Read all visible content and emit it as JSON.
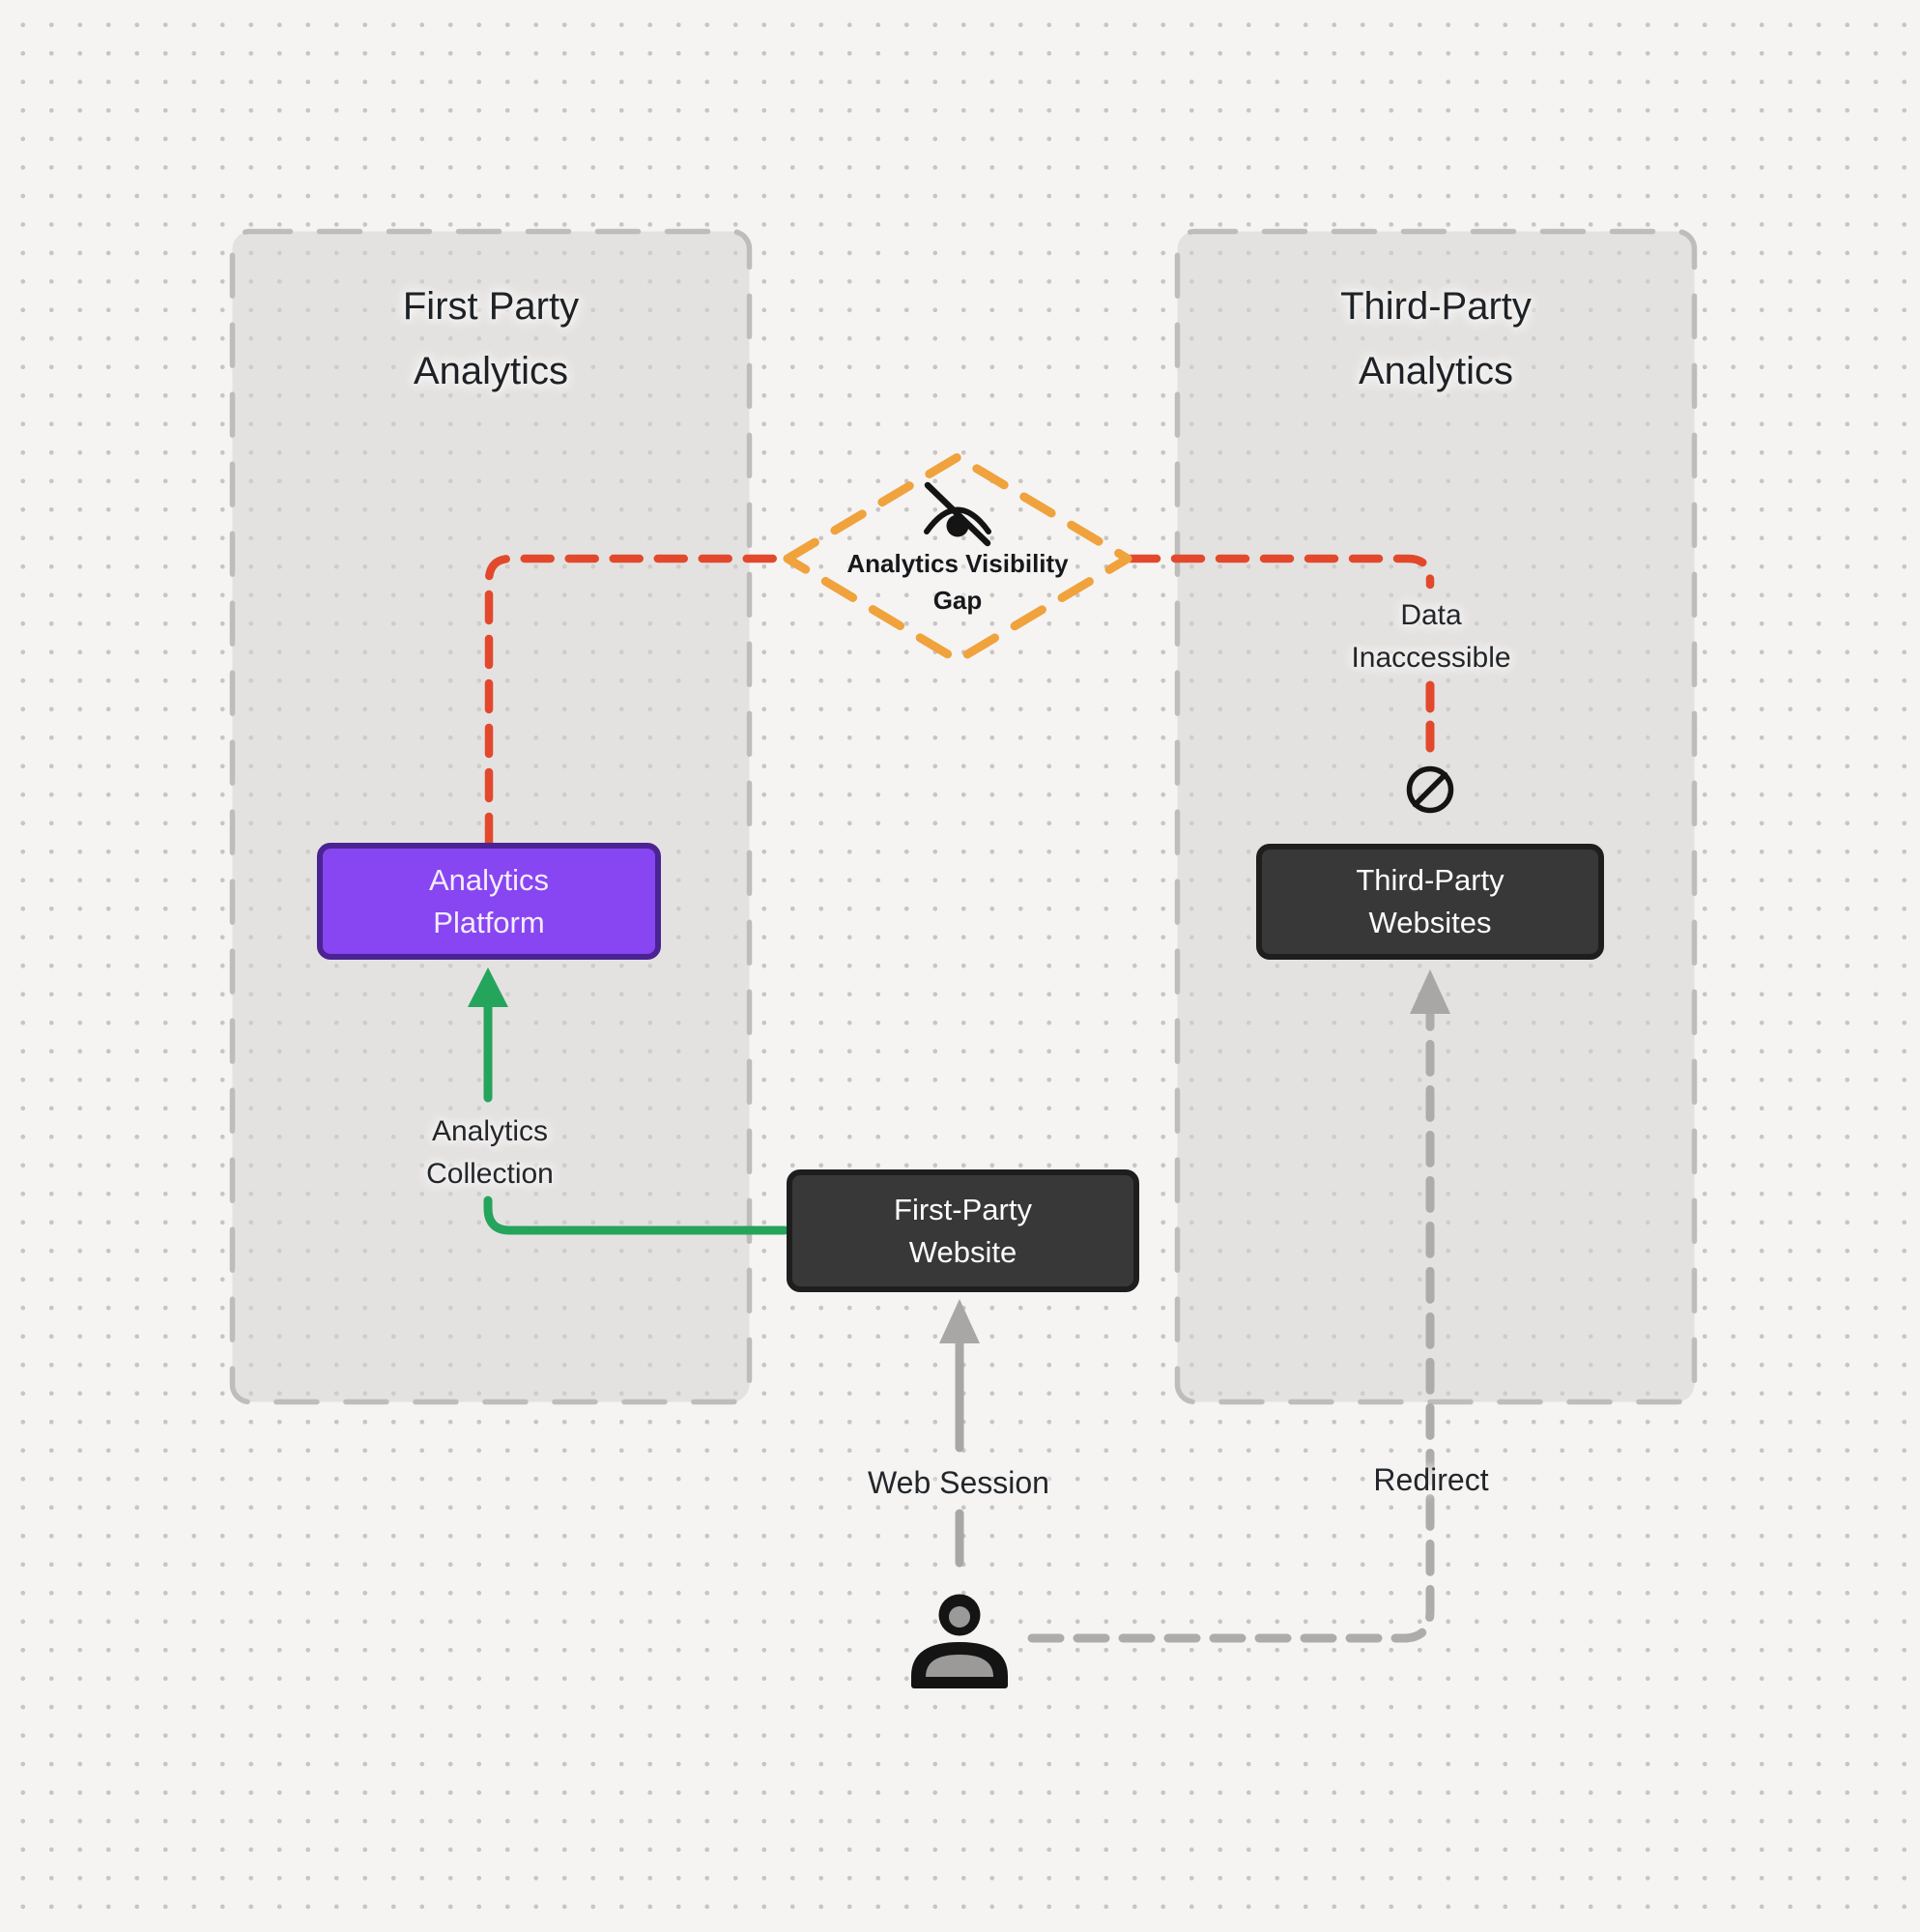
{
  "left_panel": {
    "title_line1": "First Party",
    "title_line2": "Analytics",
    "platform_node": {
      "label_line1": "Analytics",
      "label_line2": "Platform"
    },
    "collection_label_line1": "Analytics",
    "collection_label_line2": "Collection"
  },
  "right_panel": {
    "title_line1": "Third-Party",
    "title_line2": "Analytics",
    "websites_node": {
      "label_line1": "Third-Party",
      "label_line2": "Websites"
    },
    "data_label_line1": "Data",
    "data_label_line2": "Inaccessible",
    "redirect_label": "Redirect"
  },
  "center": {
    "gap_diamond_line1": "Analytics Visibility",
    "gap_diamond_line2": "Gap",
    "website_node": {
      "label_line1": "First-Party",
      "label_line2": "Website"
    },
    "web_session_label": "Web Session"
  },
  "icons": {
    "gap": "eye-off-icon",
    "blocked": "no-entry-icon",
    "visitor": "user-icon"
  },
  "colors": {
    "red_dash": "#E2492C",
    "orange_dash": "#F0A23D",
    "green_flow": "#25A45C",
    "purple_node": "#8746F2",
    "purple_node_border": "#4B2393",
    "dark_node": "#383838",
    "gray_flow": "#A8A7A6",
    "panel_border": "#BDBDBC",
    "background": "#F5F4F3",
    "text": "#23262A"
  }
}
